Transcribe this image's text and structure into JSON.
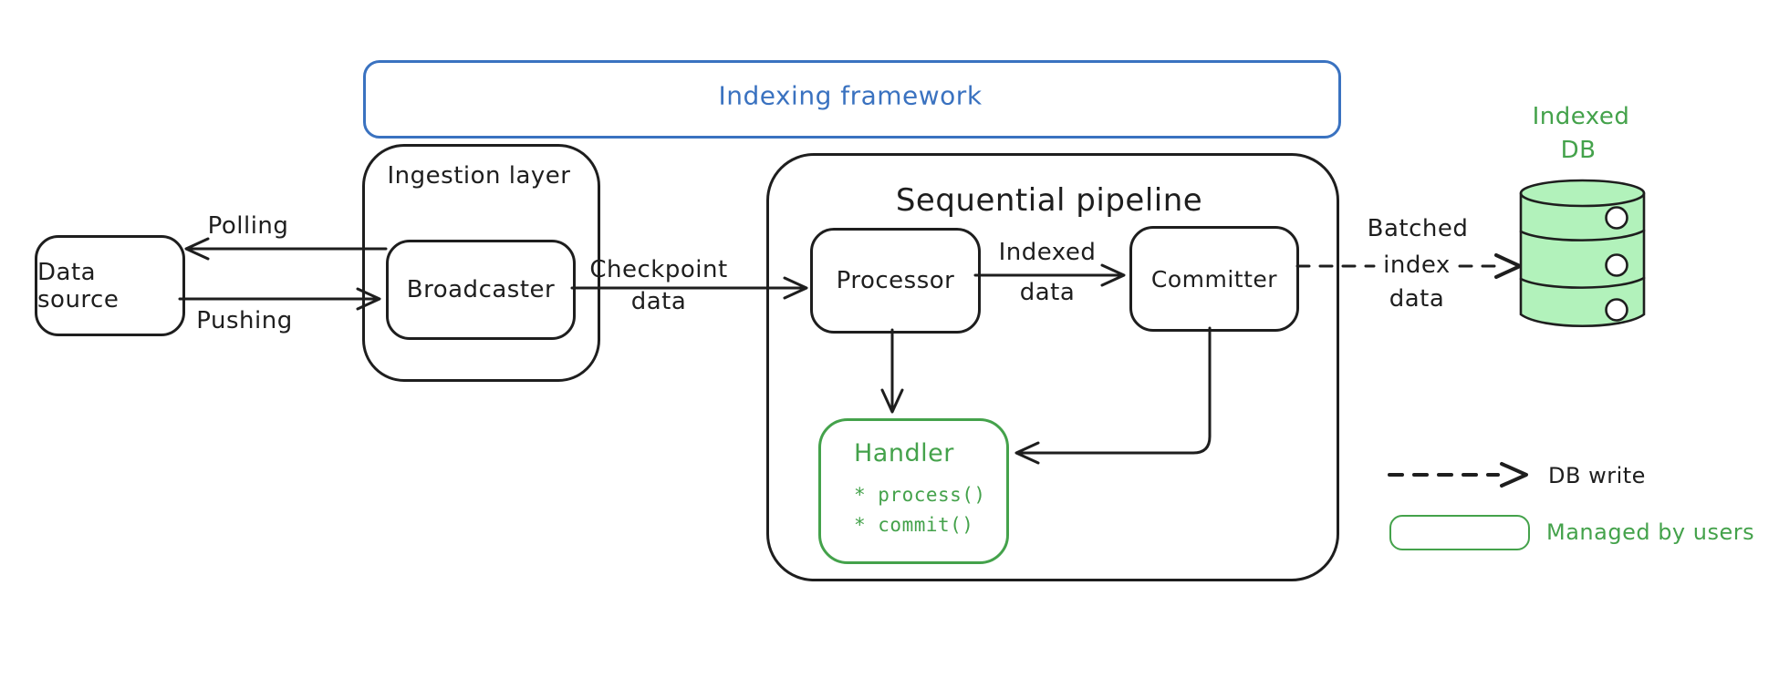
{
  "framework": {
    "title": "Indexing framework"
  },
  "ingestion_layer": {
    "title": "Ingestion layer",
    "broadcaster_label": "Broadcaster"
  },
  "data_source": {
    "label": "Data source"
  },
  "pipeline": {
    "title": "Sequential pipeline",
    "processor_label": "Processor",
    "committer_label": "Committer",
    "handler": {
      "title": "Handler",
      "methods": [
        "* process()",
        "* commit()"
      ]
    }
  },
  "arrows": {
    "polling_label": "Polling",
    "pushing_label": "Pushing",
    "checkpoint_label": [
      "Checkpoint",
      "data"
    ],
    "indexed_label": [
      "Indexed",
      "data"
    ],
    "batched_label": [
      "Batched",
      "index",
      "data"
    ]
  },
  "database": {
    "title": [
      "Indexed",
      "DB"
    ]
  },
  "legend": {
    "db_write": "DB write",
    "managed_by_users": "Managed by users"
  },
  "colors": {
    "ink": "#1e1e1e",
    "blue": "#3a72c0",
    "green": "#44a24b",
    "green_fill": "#b2f2bb",
    "background": "#ffffff"
  }
}
